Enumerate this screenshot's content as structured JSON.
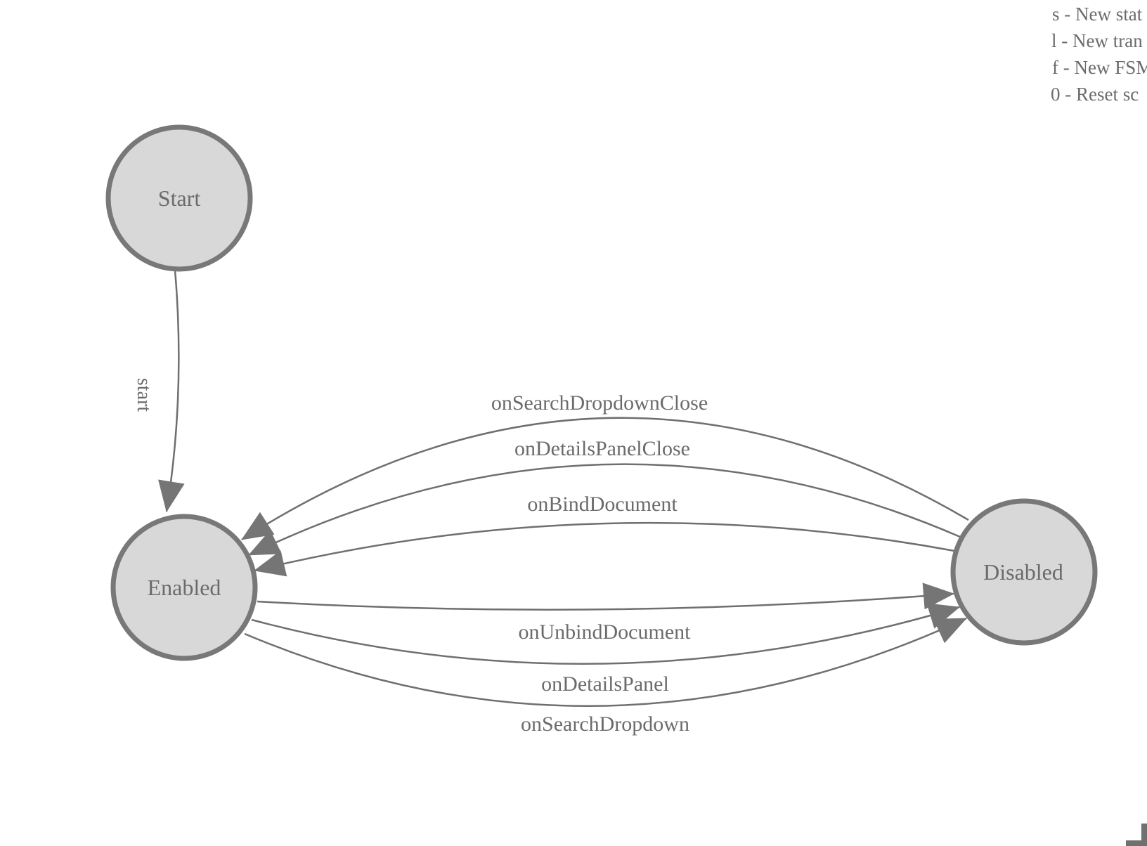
{
  "help_panel": {
    "lines": [
      "s - New stat",
      "l - New tran",
      "f - New FSM",
      "0 - Reset sc"
    ]
  },
  "nodes": [
    {
      "id": "start",
      "label": "Start"
    },
    {
      "id": "enabled",
      "label": "Enabled"
    },
    {
      "id": "disabled",
      "label": "Disabled"
    }
  ],
  "edges": [
    {
      "from": "start",
      "to": "enabled",
      "label": "start"
    },
    {
      "from": "disabled",
      "to": "enabled",
      "label": "onSearchDropdownClose"
    },
    {
      "from": "disabled",
      "to": "enabled",
      "label": "onDetailsPanelClose"
    },
    {
      "from": "disabled",
      "to": "enabled",
      "label": "onBindDocument"
    },
    {
      "from": "enabled",
      "to": "disabled",
      "label": "onUnbindDocument"
    },
    {
      "from": "enabled",
      "to": "disabled",
      "label": "onDetailsPanel"
    },
    {
      "from": "enabled",
      "to": "disabled",
      "label": "onSearchDropdown"
    }
  ],
  "colors": {
    "node_fill": "#d8d8d8",
    "node_stroke": "#787878",
    "edge_stroke": "#6f6f6f",
    "arrowhead": "#757575",
    "text": "#6b6b6b",
    "corner_bracket": "#707070"
  }
}
